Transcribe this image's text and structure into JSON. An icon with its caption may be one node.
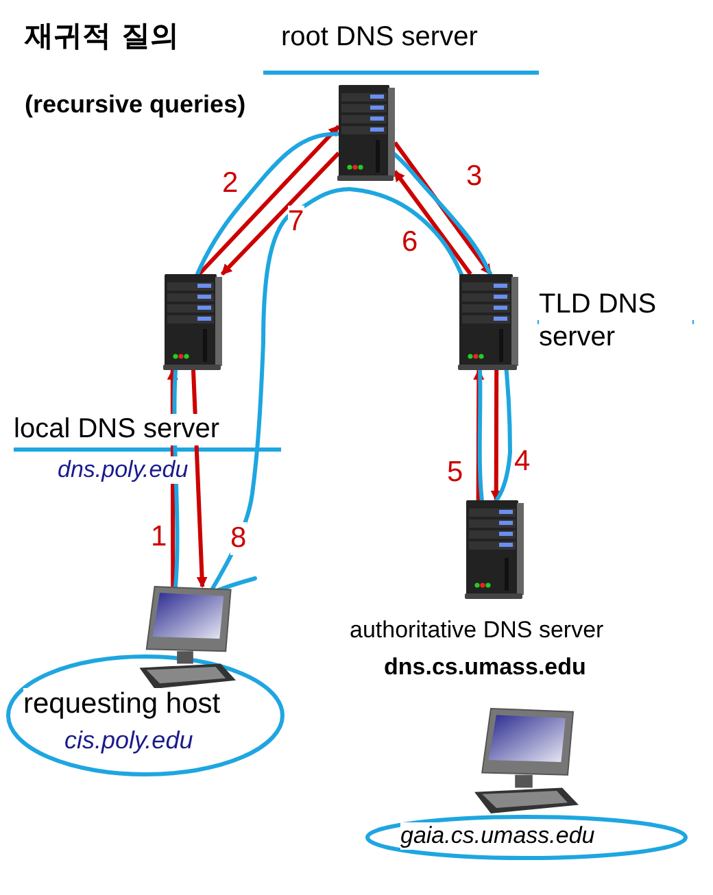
{
  "diagram": {
    "title": "재귀적 질의",
    "nodes": [
      {
        "text": [],
        "shape": "picture",
        "beside": [
          "root DNS server"
        ]
      },
      {
        "text": [],
        "shape": "picture",
        "beside": [
          "local DNS server",
          "dns.poly.edu"
        ]
      },
      {
        "text": [],
        "shape": "picture",
        "beside": [
          "TLD DNS server"
        ]
      },
      {
        "text": [],
        "shape": "picture",
        "beside": [
          "requesting host",
          "cis.poly.edu"
        ]
      },
      {
        "text": [],
        "shape": "picture",
        "beside": [
          "authoritative DNS server",
          "dns.cs.umass.edu"
        ]
      },
      {
        "text": [],
        "shape": "picture",
        "beside": [
          "gaia.cs.umass.edu"
        ]
      }
    ],
    "edges": [
      {
        "from": 3,
        "to": 1,
        "arrow": "to",
        "label": "1"
      },
      {
        "from": 1,
        "to": 0,
        "arrow": "to",
        "label": "2"
      },
      {
        "from": 0,
        "to": 2,
        "arrow": "to",
        "label": "3"
      },
      {
        "from": 2,
        "to": 4,
        "arrow": "to",
        "label": "4"
      },
      {
        "from": 4,
        "to": 2,
        "arrow": "to",
        "label": "5"
      },
      {
        "from": 2,
        "to": 0,
        "arrow": "to",
        "label": "6"
      },
      {
        "from": 0,
        "to": 1,
        "arrow": "to",
        "label": "7"
      },
      {
        "from": 1,
        "to": 3,
        "arrow": "to",
        "label": "8"
      }
    ],
    "labels": [
      "(recursive queries)"
    ]
  }
}
